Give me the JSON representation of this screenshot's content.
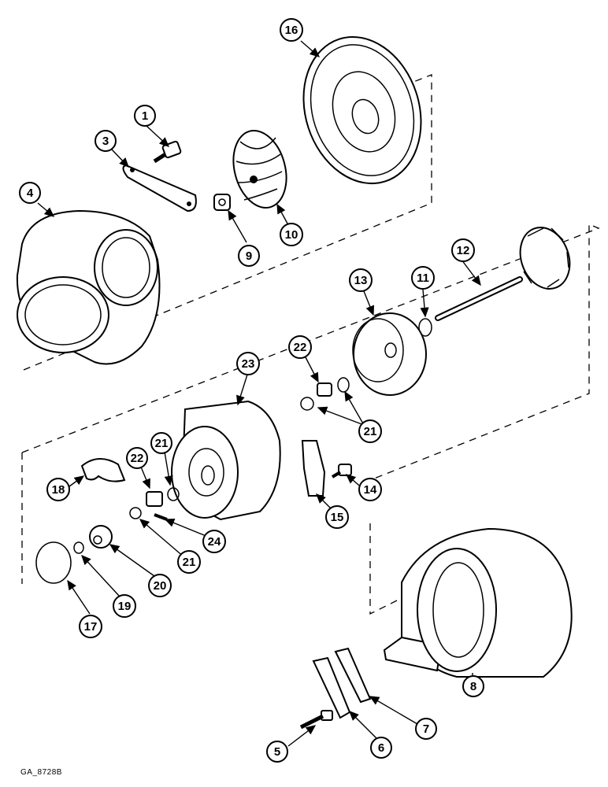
{
  "drawing_code": "GA_8728B",
  "callouts": {
    "c1": "1",
    "c3": "3",
    "c4": "4",
    "c5": "5",
    "c6": "6",
    "c7": "7",
    "c8": "8",
    "c9": "9",
    "c10": "10",
    "c11": "11",
    "c12": "12",
    "c13": "13",
    "c14": "14",
    "c15": "15",
    "c16": "16",
    "c17": "17",
    "c18": "18",
    "c19": "19",
    "c20": "20",
    "c21a": "21",
    "c21b": "21",
    "c21c": "21",
    "c22a": "22",
    "c22b": "22",
    "c23": "23",
    "c24": "24"
  }
}
